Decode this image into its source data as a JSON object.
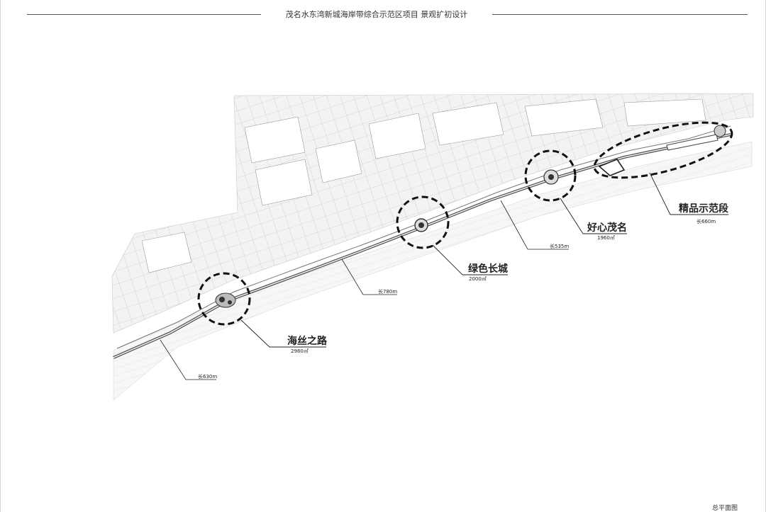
{
  "header": {
    "title": "茂名水东湾新城海岸带综合示范区项目  景观扩初设计"
  },
  "footer": {
    "corner_label": "总平面图"
  },
  "zones": [
    {
      "id": "haisi",
      "name": "海丝之路",
      "area": "2980㎡"
    },
    {
      "id": "lvse",
      "name": "绿色长城",
      "area": "2000㎡"
    },
    {
      "id": "haoxin",
      "name": "好心茂名",
      "area": "1960㎡"
    },
    {
      "id": "jingpin",
      "name": "精品示范段",
      "area": "长660m"
    }
  ],
  "segments": [
    {
      "id": "seg1",
      "label": "长630m"
    },
    {
      "id": "seg2",
      "label": "长780m"
    },
    {
      "id": "seg3",
      "label": "长535m"
    }
  ]
}
